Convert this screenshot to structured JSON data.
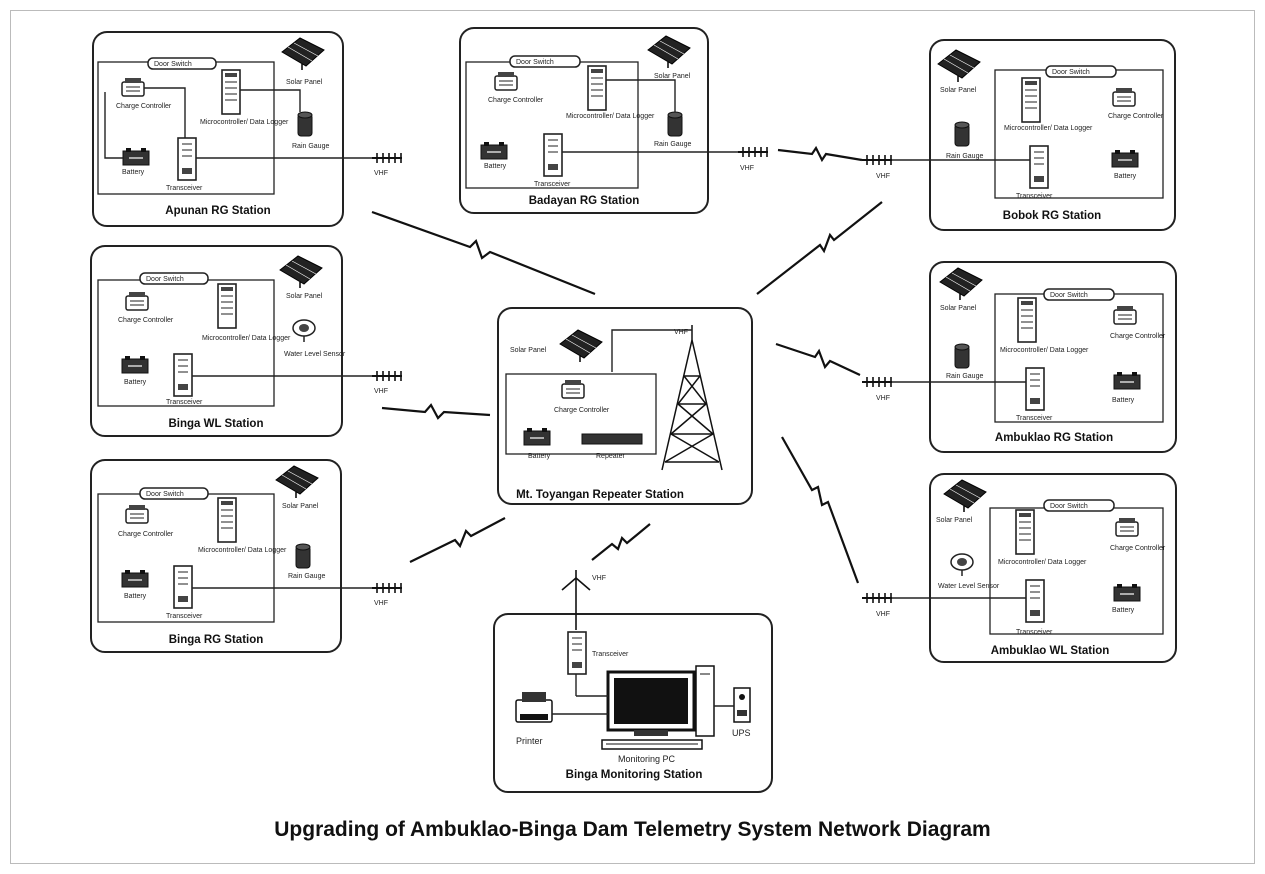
{
  "caption": "Upgrading of Ambuklao-Binga Dam Telemetry System Network Diagram",
  "labels": {
    "solar_panel": "Solar Panel",
    "door_switch": "Door Switch",
    "charge_controller": "Charge Controller",
    "microcontroller": "Microcontroller/ Data Logger",
    "rain_gauge": "Rain Gauge",
    "battery": "Battery",
    "transceiver": "Transceiver",
    "water_level_sensor": "Water Level Sensor",
    "vhf": "VHF",
    "repeater": "Repeater",
    "printer": "Printer",
    "ups": "UPS",
    "monitoring_pc": "Monitoring PC"
  },
  "stations": {
    "apunan": {
      "title": "Apunan RG Station"
    },
    "badayan": {
      "title": "Badayan RG Station"
    },
    "bobok": {
      "title": "Bobok RG Station"
    },
    "binga_wl": {
      "title": "Binga WL Station"
    },
    "binga_rg": {
      "title": "Binga RG Station"
    },
    "ambuklao_rg": {
      "title": "Ambuklao RG Station"
    },
    "ambuklao_wl": {
      "title": "Ambuklao WL Station"
    },
    "repeater": {
      "title": "Mt. Toyangan Repeater Station"
    },
    "monitoring": {
      "title": "Binga Monitoring Station"
    }
  }
}
